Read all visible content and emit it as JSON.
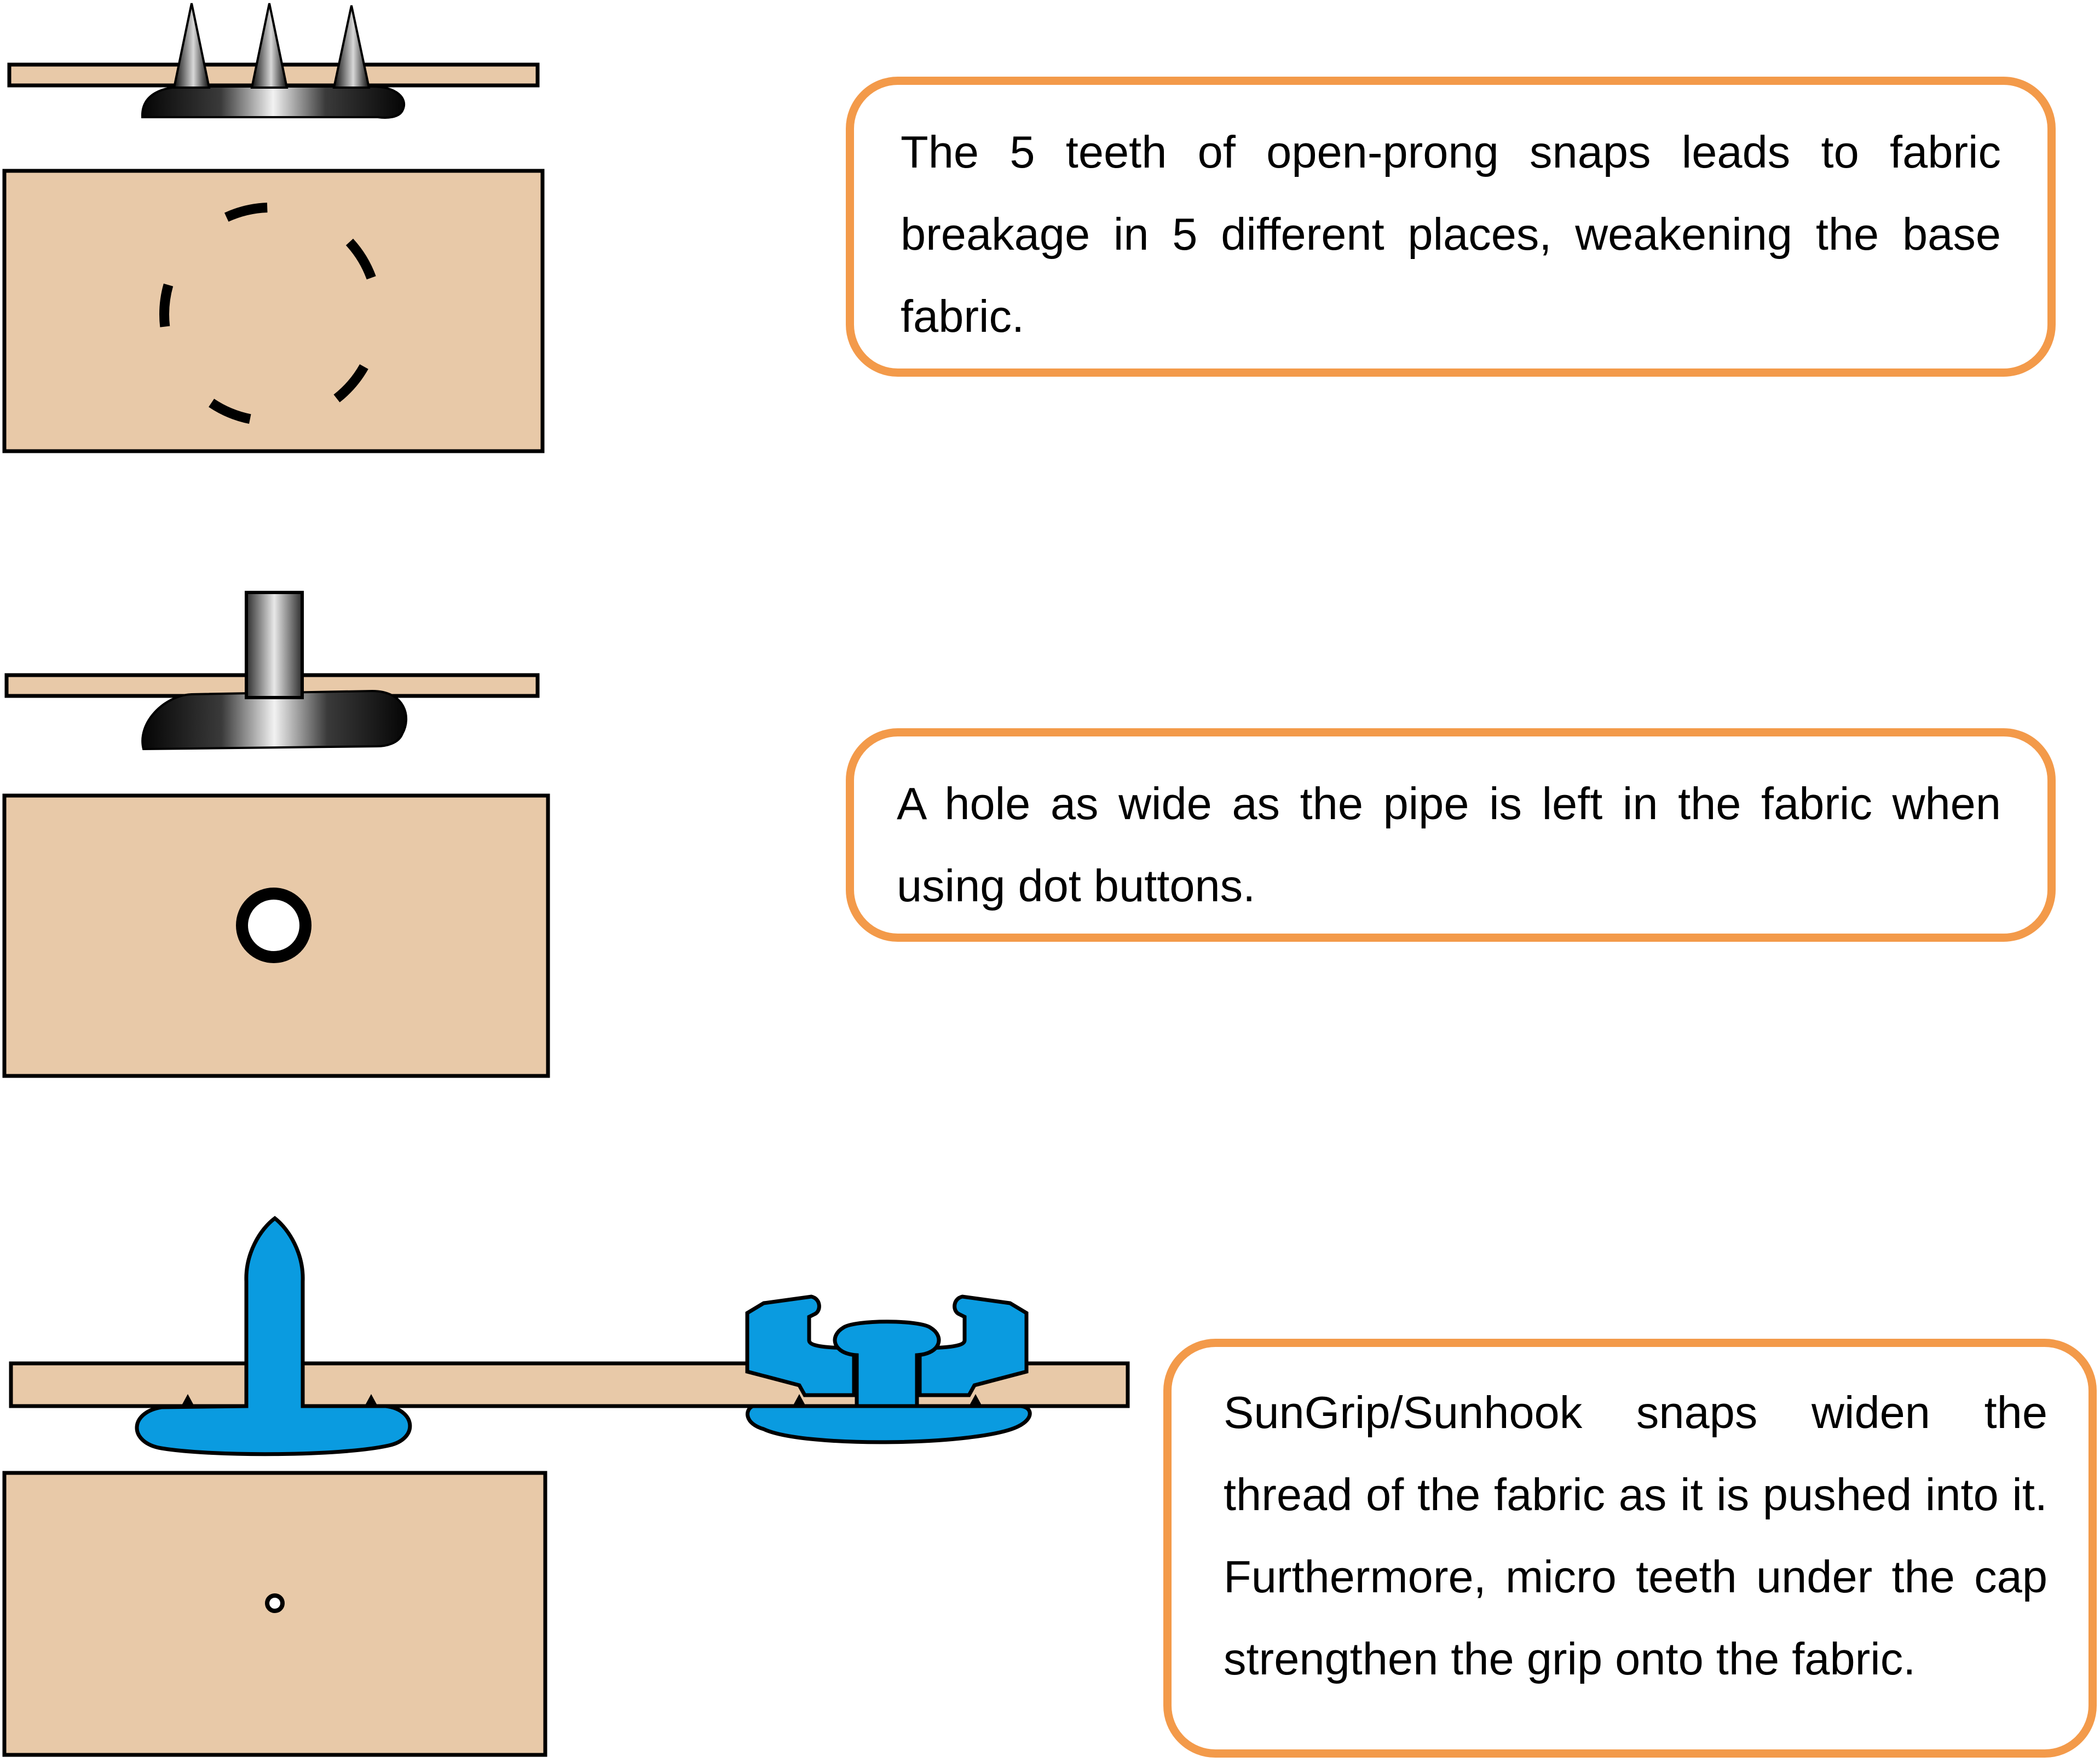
{
  "diagram": {
    "panels": [
      {
        "id": "open-prong",
        "text": "The 5 teeth of open-prong snaps leads to fabric breakage in 5 different places, weakening the base fabric."
      },
      {
        "id": "dot-button",
        "text": "A hole as wide as the pipe is left in the fabric when using dot buttons."
      },
      {
        "id": "sungrip",
        "text": "SunGrip/Sunhook snaps widen the thread of the fabric as it is pushed into it. Furthermore, micro teeth under the cap strengthen the grip onto the fabric."
      }
    ]
  },
  "colors": {
    "fabric": "#e8c9a8",
    "callout_border": "#f39a4a",
    "sungrip_blue": "#0a9be0",
    "outline": "#000000"
  },
  "icons": [
    "open-prong-snap",
    "dot-button-snap",
    "sungrip-stud",
    "sunhook-socket"
  ]
}
